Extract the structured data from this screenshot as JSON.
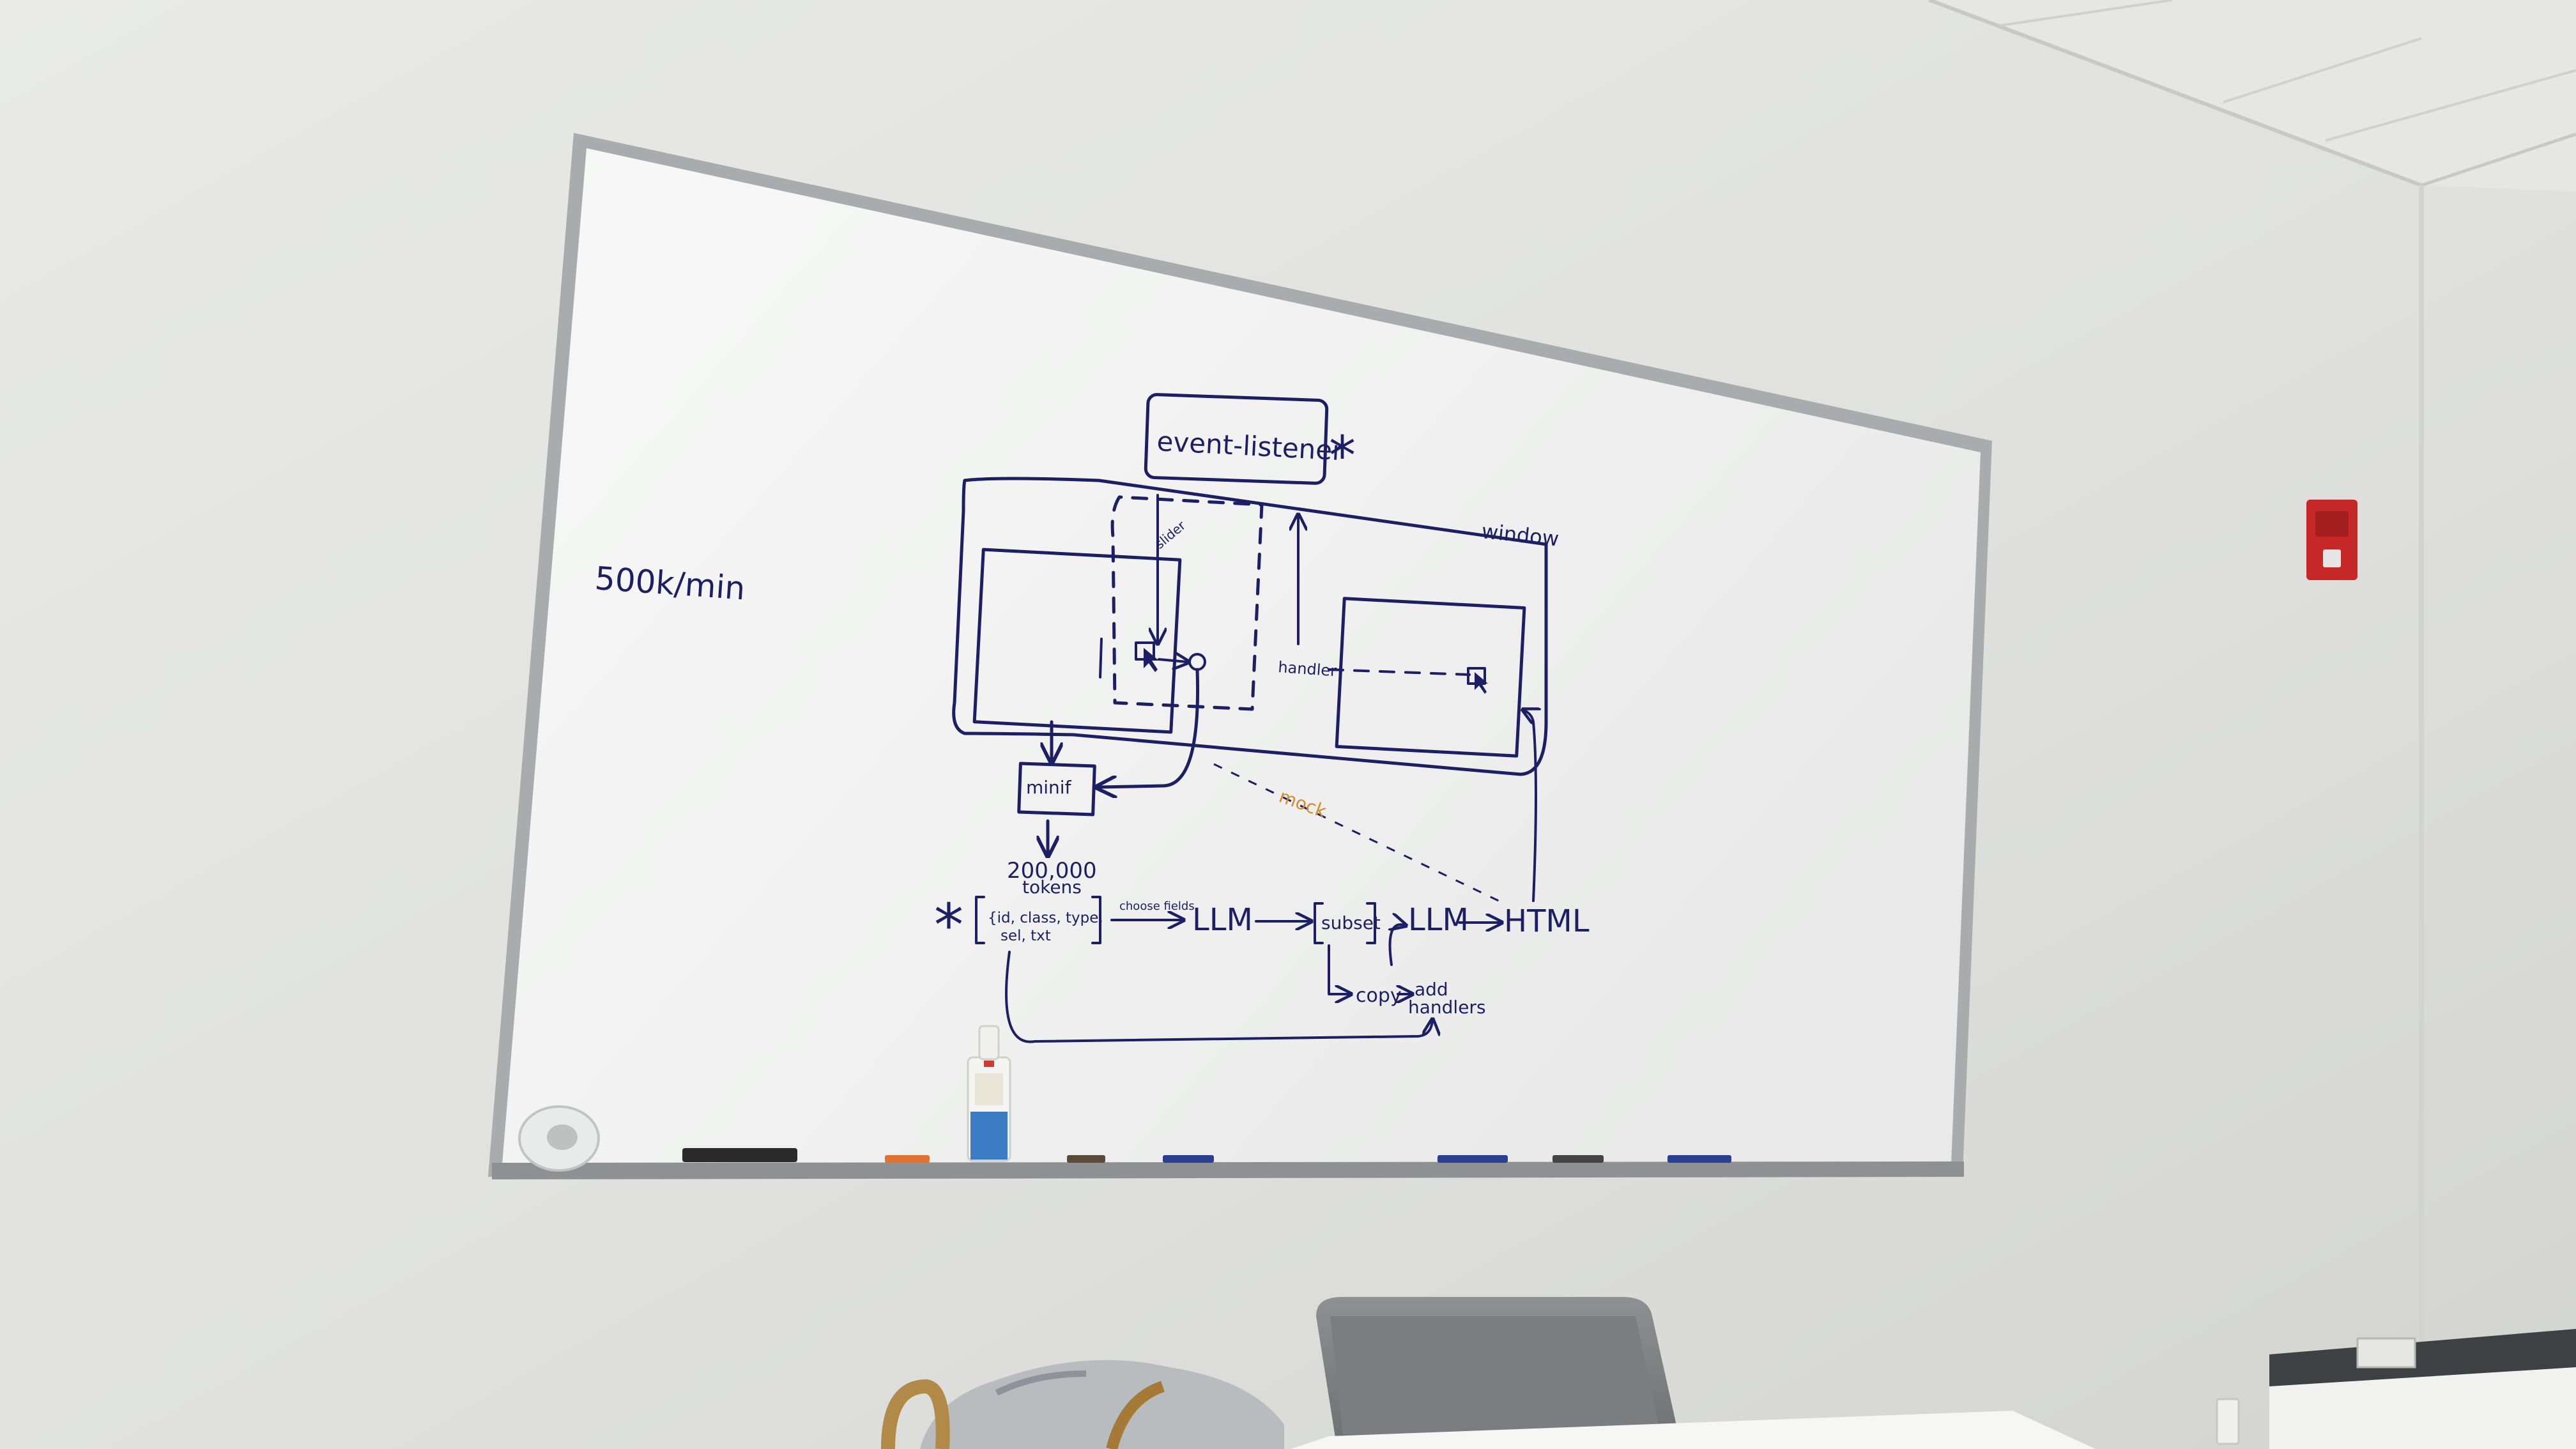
{
  "whiteboard": {
    "rate_note": "500k/min",
    "event_listener": "event-listener",
    "window_label": "window",
    "slider_label": "slider",
    "handler_label": "handler",
    "minif_label": "minif",
    "token_count": "200,000",
    "token_unit": "tokens",
    "fields_line1": "{id, class, type,",
    "fields_line2": "sel, txt",
    "choose_fields": "choose fields",
    "llm_first": "LLM",
    "subset": "subset",
    "llm_second": "LLM",
    "html_output": "HTML",
    "mock_label": "mock",
    "copy_label": "copy",
    "add_label": "add",
    "handlers_label": "handlers",
    "star_marker": "*"
  },
  "colors": {
    "wall": "#e3e4e1",
    "board": "#f4f5f4",
    "frame": "#a9abac",
    "ink": "#1c1f63",
    "mock_ink": "#d88a2a",
    "fire_alarm": "#c62828"
  }
}
